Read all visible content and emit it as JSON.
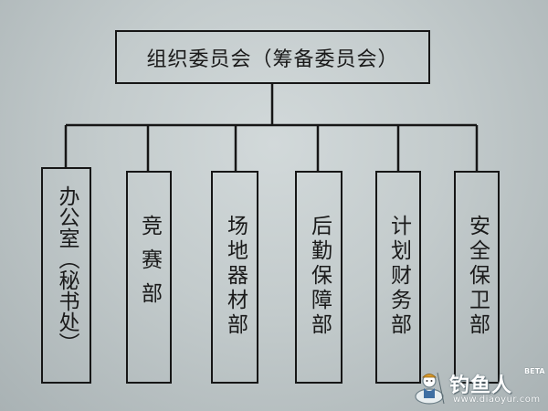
{
  "root": {
    "label": "组织委员会（筹备委员会）"
  },
  "departments": [
    {
      "label": "办公室（秘书处）"
    },
    {
      "label": "竞赛部"
    },
    {
      "label": "场地器材部"
    },
    {
      "label": "后勤保障部"
    },
    {
      "label": "计划财务部"
    },
    {
      "label": "安全保卫部"
    }
  ],
  "watermark": {
    "title": "钓鱼人",
    "badge": "BETA",
    "url": "www.diaoyur.com"
  },
  "colors": {
    "line": "#161616",
    "background": "#c3cbcc"
  }
}
